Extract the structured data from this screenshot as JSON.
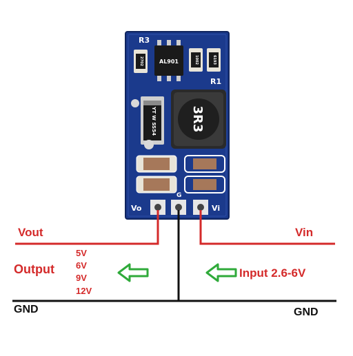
{
  "board": {
    "silkscreen": {
      "r3": "R3",
      "r1": "R1",
      "vo": "Vo",
      "g": "G",
      "vi": "Vi"
    },
    "chip_marking": "AL901",
    "inductor_marking": "3R3",
    "diode_marking": "YT W SS54",
    "resistor_markings": [
      "2702",
      "1002",
      "6193"
    ],
    "colors": {
      "pcb": "#1b3a8c",
      "wire_red": "#d42a2a",
      "wire_black": "#111111",
      "arrow_green": "#2faa3a"
    }
  },
  "labels": {
    "vout": "Vout",
    "vin": "Vin",
    "output": "Output",
    "voltages": [
      "5V",
      "6V",
      "9V",
      "12V"
    ],
    "input": "Input 2.6-6V",
    "gnd_left": "GND",
    "gnd_right": "GND"
  },
  "icons": {
    "output_arrow": "arrow-left-icon",
    "input_arrow": "arrow-left-icon"
  }
}
